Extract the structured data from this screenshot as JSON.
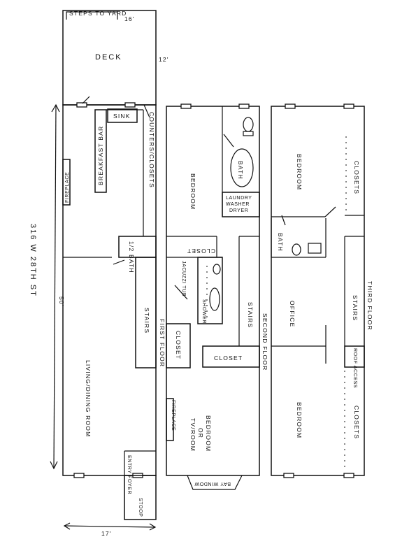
{
  "address": "316 W 28TH ST",
  "dims": {
    "top": "16'",
    "deck": "12'",
    "side": "50'",
    "bottom": "17'"
  },
  "first_floor": {
    "title": "FIRST FLOOR",
    "steps": "STEPS TO YARD",
    "deck": "DECK",
    "sink": "SINK",
    "bar": "BREAKFAST BAR",
    "counters": "COUNTERS/CLOSETS",
    "fireplace": "FIREPLACE",
    "half_bath": "1/2 BATH",
    "stairs": "STAIRS",
    "living": "LIVING/DINING ROOM",
    "entry": "ENTRY FOYER",
    "stoop": "STOOP"
  },
  "second_floor": {
    "title": "SECOND FLOOR",
    "bedroom": "BEDROOM",
    "bath": "BATH",
    "laundry": "LAUNDRY",
    "washer": "WASHER",
    "dryer": "DRYER",
    "closet_top": "CLOSET",
    "jacuzzi": "JACUZZI TUB",
    "shower": "SHOWER",
    "stairs": "STAIRS",
    "closet_left": "CLOSET",
    "closet_mid": "CLOSET",
    "fireplace": "FIREPLACE",
    "tv_room": "TV/ROOM",
    "or": "OR",
    "bedroom2": "BEDROOM",
    "bay_window": "BAY WINDOW"
  },
  "third_floor": {
    "title": "THIRD FLOOR",
    "bedroom_top": "BEDROOM",
    "closets_top": "CLOSETS",
    "bath": "BATH",
    "office": "OFFICE",
    "stairs": "STAIRS",
    "roof_access": "ROOF ACCESS",
    "bedroom_bottom": "BEDROOM",
    "closets_bottom": "CLOSETS"
  }
}
